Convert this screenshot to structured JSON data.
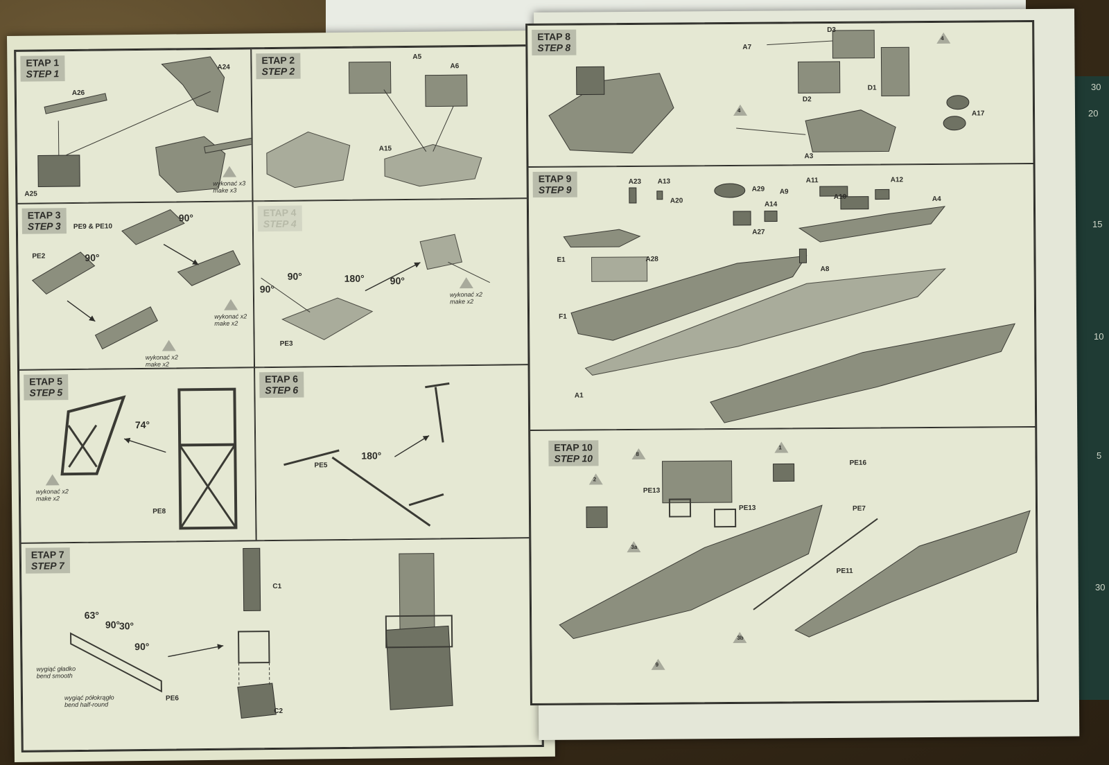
{
  "ruler": {
    "marks": [
      "30",
      "20",
      "15",
      "10",
      "5",
      "30"
    ]
  },
  "steps": [
    {
      "id": 1,
      "pl": "ETAP 1",
      "en": "STEP 1",
      "parts": [
        "A26",
        "A24",
        "A25"
      ],
      "note_pl": "wykonać x3",
      "note_en": "make x3"
    },
    {
      "id": 2,
      "pl": "ETAP 2",
      "en": "STEP 2",
      "parts": [
        "A5",
        "A6",
        "A15"
      ]
    },
    {
      "id": 3,
      "pl": "ETAP 3",
      "en": "STEP 3",
      "parts": [
        "PE9 & PE10",
        "PE2"
      ],
      "angles": [
        "90°",
        "90°"
      ],
      "note_pl": "wykonać x2",
      "note_en": "make x2"
    },
    {
      "id": 4,
      "pl": "ETAP 4",
      "en": "STEP 4",
      "parts": [
        "PE3"
      ],
      "angles": [
        "90°",
        "90°",
        "180°",
        "90°"
      ],
      "note_pl": "wykonać x2",
      "note_en": "make x2"
    },
    {
      "id": 5,
      "pl": "ETAP 5",
      "en": "STEP 5",
      "parts": [
        "PE8"
      ],
      "angles": [
        "74°"
      ],
      "note_pl": "wykonać x2",
      "note_en": "make x2"
    },
    {
      "id": 6,
      "pl": "ETAP 6",
      "en": "STEP 6",
      "parts": [
        "PE5"
      ],
      "angles": [
        "180°"
      ]
    },
    {
      "id": 7,
      "pl": "ETAP 7",
      "en": "STEP 7",
      "parts": [
        "C1",
        "C2",
        "PE6"
      ],
      "angles": [
        "63°",
        "90°",
        "30°",
        "90°"
      ],
      "bend1_pl": "wygiąć gładko",
      "bend1_en": "bend smooth",
      "bend2_pl": "wygiąć półokrągło",
      "bend2_en": "bend half-round"
    },
    {
      "id": 8,
      "pl": "ETAP 8",
      "en": "STEP 8",
      "parts": [
        "A7",
        "D3",
        "D2",
        "D1",
        "A3",
        "A17"
      ],
      "markers": [
        "4",
        "4"
      ]
    },
    {
      "id": 9,
      "pl": "ETAP 9",
      "en": "STEP 9",
      "parts": [
        "A23",
        "A13",
        "A20",
        "A29",
        "A9",
        "A14",
        "A11",
        "A10",
        "A12",
        "A4",
        "A27",
        "E1",
        "A28",
        "A8",
        "F1",
        "A1"
      ]
    },
    {
      "id": 10,
      "pl": "ETAP 10",
      "en": "STEP 10",
      "parts": [
        "PE16",
        "PE13",
        "PE13",
        "PE7",
        "PE11"
      ],
      "markers": [
        "8",
        "1",
        "2",
        "3a",
        "3b",
        "9"
      ]
    }
  ]
}
